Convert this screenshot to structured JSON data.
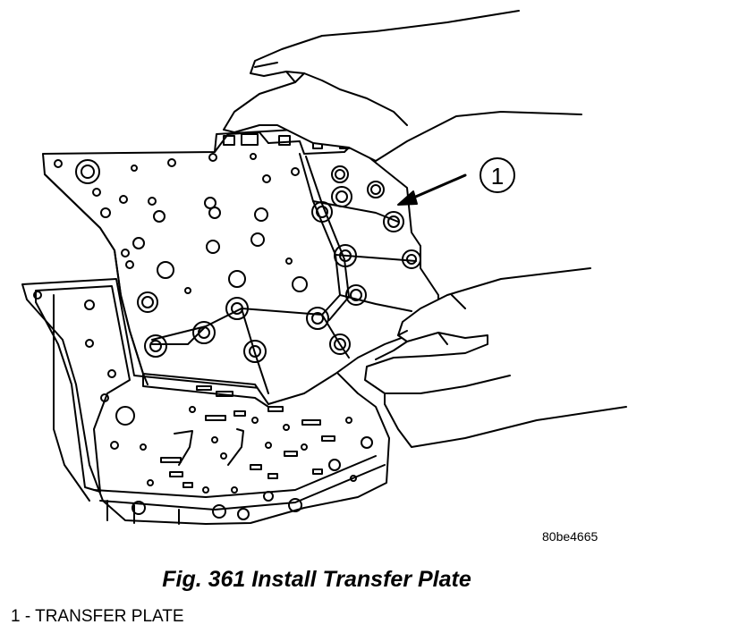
{
  "figure": {
    "caption": "Fig. 361 Install Transfer Plate",
    "image_code": "80be4665",
    "callout_number": "1"
  },
  "legend": {
    "items": [
      {
        "label": "1 - TRANSFER PLATE"
      }
    ]
  }
}
